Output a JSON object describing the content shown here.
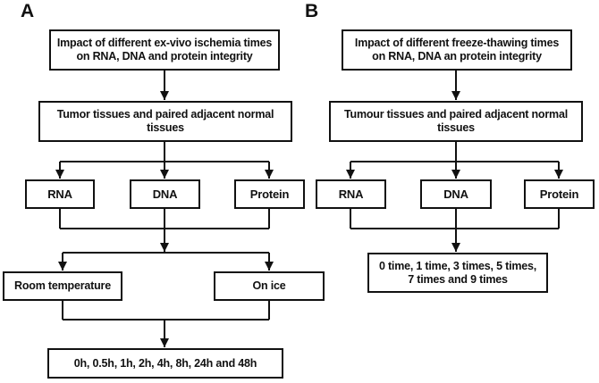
{
  "panel_a": {
    "label": "A",
    "title_box": "Impact of different ex-vivo ischemia times\non RNA, DNA and protein integrity",
    "tissue_box": "Tumor tissues and paired adjacent normal\ntissues",
    "analyte_boxes": [
      "RNA",
      "DNA",
      "Protein"
    ],
    "condition_boxes": [
      "Room temperature",
      "On ice"
    ],
    "timepoints_box": "0h, 0.5h, 1h, 2h, 4h, 8h, 24h and 48h"
  },
  "panel_b": {
    "label": "B",
    "title_box": "Impact of  different freeze-thawing times\non RNA, DNA an protein integrity",
    "tissue_box": "Tumour tissues and paired adjacent normal\ntissues",
    "analyte_boxes": [
      "RNA",
      "DNA",
      "Protein"
    ],
    "timepoints_box": "0 time, 1 time, 3 times, 5 times,\n7 times and 9 times"
  },
  "colors": {
    "line": "#111111",
    "box_border": "#111111",
    "box_fill": "#ffffff",
    "background": "#ffffff",
    "text": "#111111"
  }
}
